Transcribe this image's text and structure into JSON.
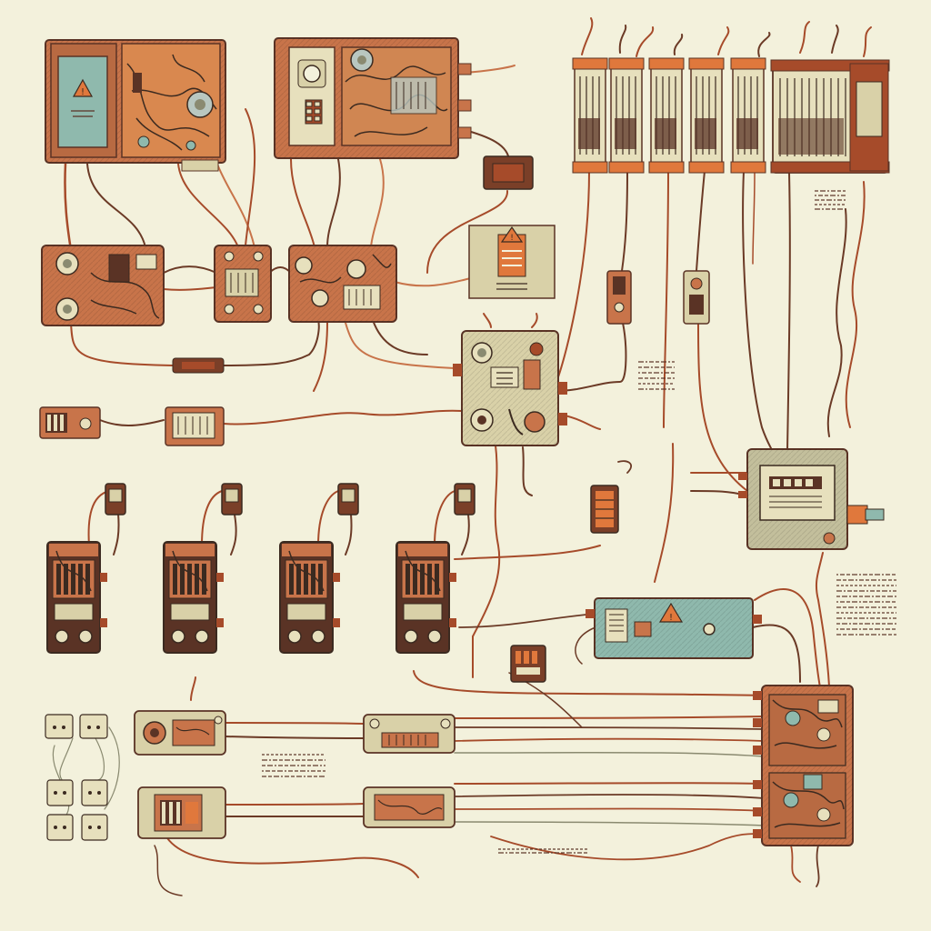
{
  "palette": {
    "background": "#f3f1dc",
    "copper": "#c8744a",
    "rust": "#a64b2a",
    "wire_dark": "#6b3a26",
    "cream": "#e7e0bd",
    "khaki": "#d9d1a8",
    "slate": "#8a8a70",
    "teal": "#8fb9ad",
    "dark_brown": "#5a3325",
    "ink": "#3b2a20",
    "warning_orange": "#e0783c"
  },
  "icons": {
    "warning": "warning-triangle-icon",
    "dial": "dial-gauge-icon",
    "breaker": "circuit-breaker-icon",
    "terminal": "terminal-block-icon",
    "plug": "plug-connector-icon"
  },
  "components": {
    "top_row": [
      "control-panel-teal-label",
      "control-panel-gauge",
      "fuse-bank"
    ],
    "middle_row": [
      "relay-box-left",
      "relay-box-small",
      "relay-box-right",
      "warning-sign-panel",
      "switch-panel-central",
      "meter-panel-right"
    ],
    "breaker_row": [
      "breaker-unit-1",
      "breaker-unit-2",
      "breaker-unit-3",
      "breaker-unit-4"
    ],
    "bottom_row": [
      "socket-pair-upper",
      "socket-pair-lower",
      "inline-connector-1",
      "inline-connector-2",
      "inline-connector-3",
      "inline-connector-4",
      "teal-control-box",
      "main-distribution-board"
    ]
  }
}
